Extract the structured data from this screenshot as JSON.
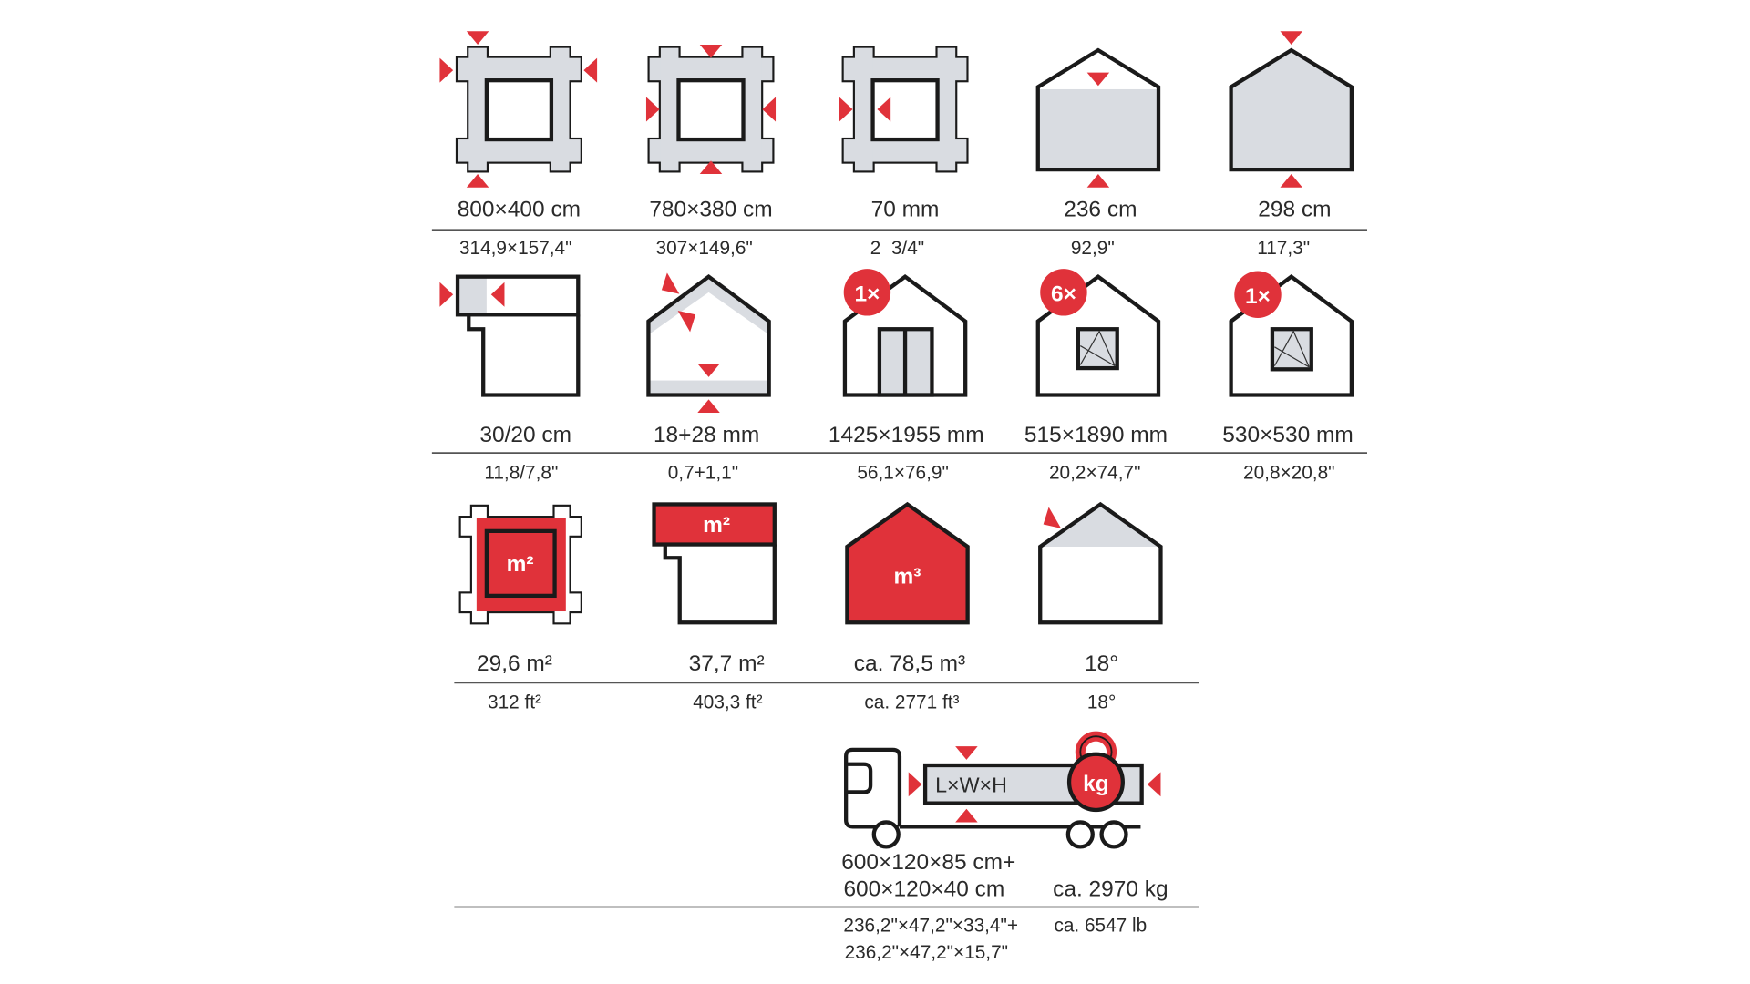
{
  "colors": {
    "accent": "#e0323a",
    "fill": "#d9dce1",
    "line": "#1a1a1a"
  },
  "row1": [
    {
      "icon": "frame-outer-dimensions-icon",
      "metric": "800×400 cm",
      "imperial": "314,9×157,4\""
    },
    {
      "icon": "frame-inner-dimensions-icon",
      "metric": "780×380 cm",
      "imperial": "307×149,6\""
    },
    {
      "icon": "wall-thickness-icon",
      "metric": "70 mm",
      "imperial": "2  3/4\""
    },
    {
      "icon": "wall-height-icon",
      "metric": "236 cm",
      "imperial": "92,9\""
    },
    {
      "icon": "ridge-height-icon",
      "metric": "298 cm",
      "imperial": "117,3\""
    }
  ],
  "row2": [
    {
      "icon": "roof-overhang-icon",
      "metric": "30/20 cm",
      "imperial": "11,8/7,8\""
    },
    {
      "icon": "roof-floor-thickness-icon",
      "metric": "18+28 mm",
      "imperial": "0,7+1,1\""
    },
    {
      "icon": "door-icon",
      "badge": "1×",
      "metric": "1425×1955 mm",
      "imperial": "56,1×76,9\""
    },
    {
      "icon": "window-icon",
      "badge": "6×",
      "metric": "515×1890 mm",
      "imperial": "20,2×74,7\""
    },
    {
      "icon": "small-window-icon",
      "badge": "1×",
      "metric": "530×530 mm",
      "imperial": "20,8×20,8\""
    }
  ],
  "row3": [
    {
      "icon": "floor-area-icon",
      "unit": "m²",
      "metric": "29,6 m²",
      "imperial": "312 ft²"
    },
    {
      "icon": "roof-area-icon",
      "unit": "m²",
      "metric": "37,7 m²",
      "imperial": "403,3 ft²"
    },
    {
      "icon": "volume-icon",
      "unit": "m³",
      "metric": "ca. 78,5 m³",
      "imperial": "ca. 2771 ft³"
    },
    {
      "icon": "roof-pitch-icon",
      "metric": "18°",
      "imperial": "18°"
    }
  ],
  "shipping": {
    "package_label": "L×W×H",
    "weight_unit": "kg",
    "dims_metric": [
      "600×120×85 cm+",
      "600×120×40 cm"
    ],
    "dims_imperial": [
      "236,2\"×47,2\"×33,4\"+",
      "236,2\"×47,2\"×15,7\""
    ],
    "weight_metric": "ca. 2970 kg",
    "weight_imperial": "ca. 6547 lb"
  }
}
